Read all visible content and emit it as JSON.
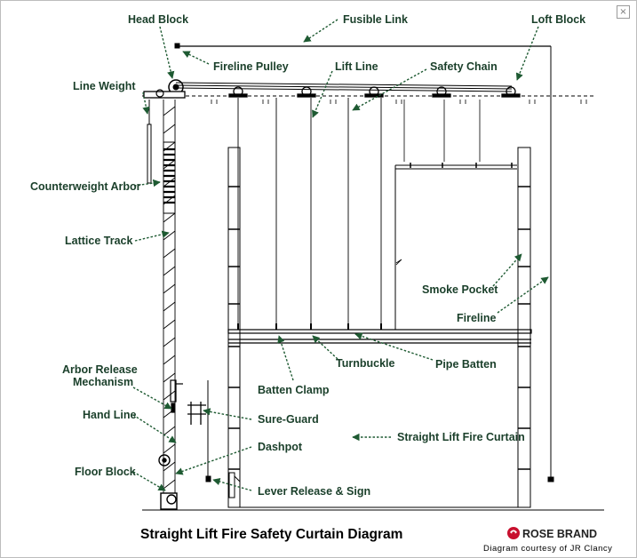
{
  "window": {
    "close_glyph": "×"
  },
  "labels": {
    "head_block": "Head Block",
    "fusible_link": "Fusible Link",
    "loft_block": "Loft Block",
    "fireline_pulley": "Fireline Pulley",
    "lift_line": "Lift Line",
    "safety_chain": "Safety Chain",
    "line_weight": "Line Weight",
    "counterweight_arbor": "Counterweight Arbor",
    "lattice_track": "Lattice Track",
    "smoke_pocket": "Smoke Pocket",
    "fireline": "Fireline",
    "turnbuckle": "Turnbuckle",
    "pipe_batten": "Pipe Batten",
    "batten_clamp": "Batten Clamp",
    "arbor_release_line1": "Arbor Release",
    "arbor_release_line2": "Mechanism",
    "hand_line": "Hand Line",
    "sure_guard": "Sure-Guard",
    "dashpot": "Dashpot",
    "straight_lift_fire_curtain": "Straight Lift Fire Curtain",
    "floor_block": "Floor Block",
    "lever_release_sign": "Lever Release & Sign"
  },
  "caption": {
    "title": "Straight Lift Fire Safety Curtain Diagram",
    "brand": "ROSE BRAND",
    "credit": "Diagram courtesy of JR Clancy"
  },
  "colors": {
    "label": "#1a3f2a",
    "leader": "#1e5a32",
    "line_art": "#000000",
    "brand_red": "#c8102e"
  }
}
